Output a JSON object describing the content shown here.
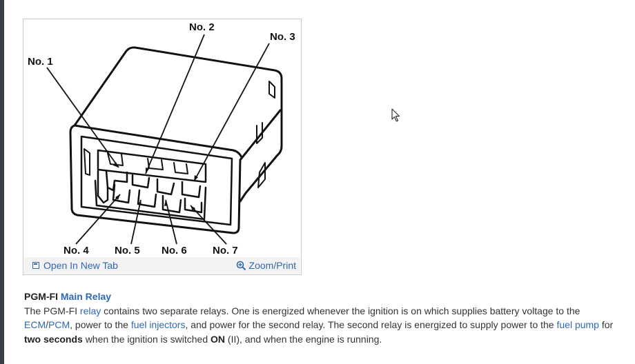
{
  "figure": {
    "callouts": [
      "No. 1",
      "No. 2",
      "No. 3",
      "No. 4",
      "No. 5",
      "No. 6",
      "No. 7"
    ],
    "open_tab_label": "Open In New Tab",
    "zoom_label": "Zoom/Print",
    "open_tab_icon": "open-in-new-tab-icon",
    "zoom_icon": "magnifier-plus-icon"
  },
  "caption": {
    "title_prefix": "PGM-FI",
    "title_link": "Main Relay",
    "p1": "The PGM-FI",
    "link_relay": "relay",
    "p2": "contains two separate relays. One is energized whenever the ignition is on which supplies battery voltage to the",
    "link_ecm": "ECM",
    "slash": "/",
    "link_pcm": "PCM",
    "p3": ", power to the",
    "link_injectors": "fuel injectors",
    "p4": ", and power for the second relay. The second relay is energized to supply power to the",
    "link_pump": "fuel pump",
    "p5": "for",
    "bold1": "two seconds",
    "p6": "when the ignition is switched",
    "bold2": "ON",
    "p7": "(II), and when the engine is running."
  }
}
